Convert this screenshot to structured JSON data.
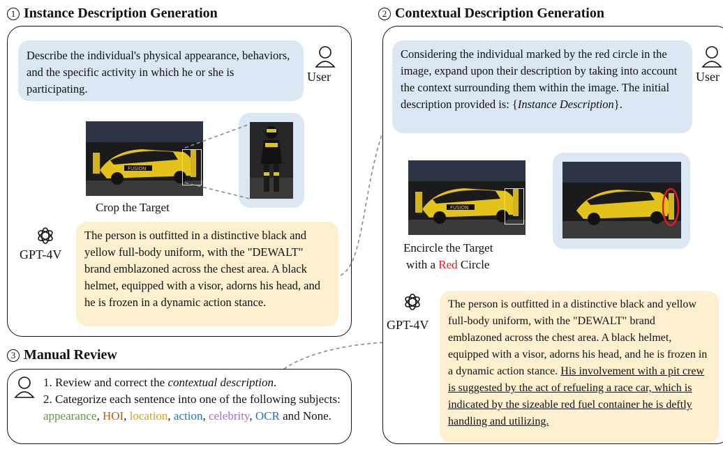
{
  "section1": {
    "num": "1",
    "title": "Instance Description Generation"
  },
  "section2": {
    "num": "2",
    "title": "Contextual Description Generation"
  },
  "section3": {
    "num": "3",
    "title": "Manual Review"
  },
  "p1": {
    "user_prompt": "Describe the individual's physical appearance, behaviors, and the specific activity in which he or she is participating.",
    "user_label": "User",
    "crop_caption": "Crop the Target",
    "gpt_label": "GPT-4V",
    "gpt_response": "The person is outfitted in a distinctive black and yellow full-body uniform, with the \"DEWALT\" brand emblazoned across the chest area. A black helmet, equipped with a visor, adorns his head, and he is frozen in a dynamic action stance."
  },
  "p2": {
    "user_prompt": "Considering the individual marked by the red circle in the image, expand upon their description by taking into account the context surrounding them within the image. The initial description provided is: {",
    "user_prompt_italic": "Instance Description",
    "user_prompt_end": "}.",
    "user_label": "User",
    "caption_line1": "Encircle the Target",
    "caption_line2_a": "with a ",
    "caption_line2_red": "Red",
    "caption_line2_b": " Circle",
    "gpt_label": "GPT-4V",
    "gpt_response": "The person is outfitted in a distinctive black and yellow full-body uniform, with the \"DEWALT\" brand emblazoned across the chest area. A black helmet, equipped with a visor, adorns his head, and he is frozen in a dynamic action stance. ",
    "gpt_response_underlined": "His involvement with a pit crew is suggested by the act of refueling a race car, which is indicated by the sizeable red fuel container he is deftly handling and utilizing."
  },
  "p3": {
    "line1_a": "1. Review and correct the ",
    "line1_italic": "contextual description",
    "line1_b": ".",
    "line2": "2. Categorize each sentence into one of the following subjects: ",
    "appearance": "appearance",
    "hoi": "HOI",
    "location": "location",
    "action": "action",
    "celebrity": "celebrity",
    "ocr": "OCR",
    "tail": " and None.",
    "sep": ", "
  },
  "colors": {
    "bubble_blue": "#dbe7f2",
    "bubble_yellow": "#fdf0cf",
    "red_circle": "#e31a1c"
  }
}
